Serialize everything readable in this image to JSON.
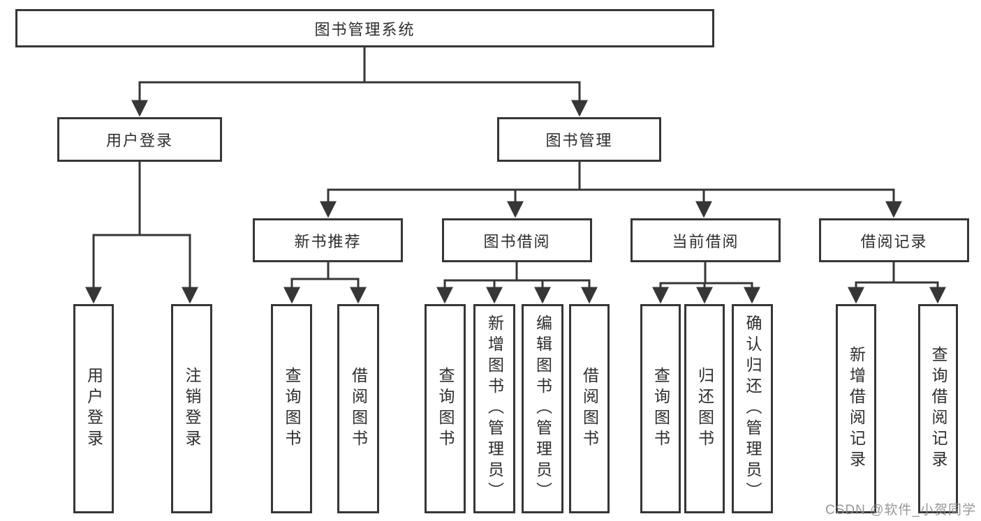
{
  "diagram": {
    "type": "hierarchy-chart",
    "tree": {
      "label": "图书管理系统",
      "children": [
        {
          "label": "用户登录",
          "children": [
            {
              "label": "用户登录"
            },
            {
              "label": "注销登录"
            }
          ]
        },
        {
          "label": "图书管理",
          "children": [
            {
              "label": "新书推荐",
              "children": [
                {
                  "label": "查询图书"
                },
                {
                  "label": "借阅图书"
                }
              ]
            },
            {
              "label": "图书借阅",
              "children": [
                {
                  "label": "查询图书"
                },
                {
                  "label": "新增图书（管理员）"
                },
                {
                  "label": "编辑图书（管理员）"
                },
                {
                  "label": "借阅图书"
                }
              ]
            },
            {
              "label": "当前借阅",
              "children": [
                {
                  "label": "查询图书"
                },
                {
                  "label": "归还图书"
                },
                {
                  "label": "确认归还（管理员）"
                }
              ]
            },
            {
              "label": "借阅记录",
              "children": [
                {
                  "label": "新增借阅记录"
                },
                {
                  "label": "查询借阅记录"
                }
              ]
            }
          ]
        }
      ]
    },
    "colors": {
      "line": "#363636",
      "box_background": "#ffffff",
      "text": "#2d2d2d",
      "watermark": "#8c8c8c"
    }
  },
  "watermark": {
    "text": "CSDN @软件_小贺同学"
  }
}
